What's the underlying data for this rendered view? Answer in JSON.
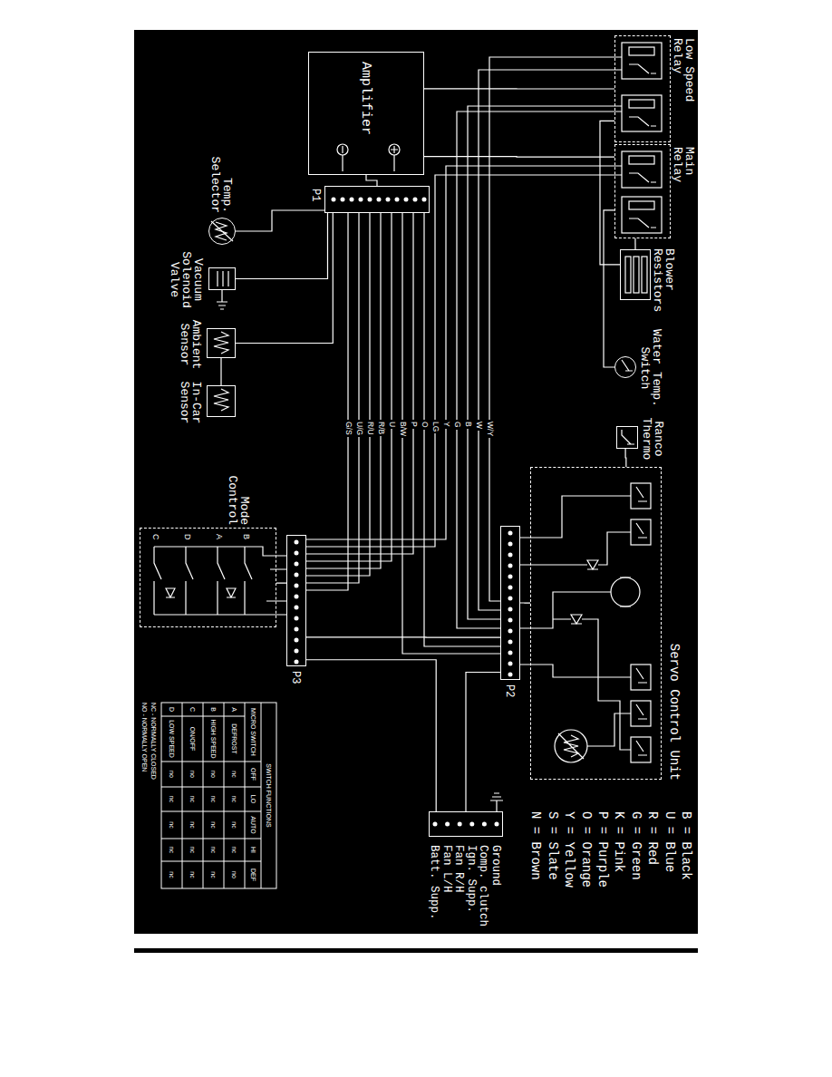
{
  "diagram": {
    "nodes": [
      {
        "text": [
          "Low Speed Relay"
        ]
      },
      {
        "text": [
          "Main Relay"
        ]
      },
      {
        "text": [
          "Amplifier"
        ]
      },
      {
        "text": [
          "P1"
        ]
      },
      {
        "text": [
          "Blower Resistors"
        ]
      },
      {
        "text": [
          "Temp. Selector"
        ]
      },
      {
        "text": [
          "Vacuum Solenoid Valve"
        ]
      },
      {
        "text": [
          "Water Temp. Switch"
        ]
      },
      {
        "text": [
          "Ranco Thermo"
        ]
      },
      {
        "text": [
          "Ambient Sensor"
        ]
      },
      {
        "text": [
          "In-Car Sensor"
        ]
      },
      {
        "text": [
          "Servo Control Unit"
        ]
      },
      {
        "text": [
          "P2"
        ]
      },
      {
        "text": [
          "Mode Control"
        ]
      },
      {
        "text": [
          "P3"
        ]
      },
      {
        "text": [
          "Ground",
          "Comp. clutch",
          "Ign. Supp.",
          "Fan R/H",
          "Fan L/H",
          "Batt. Supp."
        ]
      }
    ],
    "edges": [
      {
        "from": 0,
        "to": 4,
        "arrow": "none"
      },
      {
        "from": 1,
        "to": 4,
        "arrow": "none"
      },
      {
        "from": 2,
        "to": 3,
        "arrow": "none"
      },
      {
        "from": 3,
        "to": 5,
        "arrow": "none"
      },
      {
        "from": 3,
        "to": 6,
        "arrow": "none"
      },
      {
        "from": 3,
        "to": 9,
        "arrow": "none"
      },
      {
        "from": 9,
        "to": 10,
        "arrow": "none"
      },
      {
        "from": 8,
        "to": 11,
        "arrow": "none"
      },
      {
        "from": 7,
        "to": 1,
        "arrow": "none"
      },
      {
        "from": 11,
        "to": 12,
        "arrow": "none"
      },
      {
        "from": 13,
        "to": 14,
        "arrow": "none"
      },
      {
        "from": 14,
        "to": 12,
        "arrow": "none"
      },
      {
        "from": 12,
        "to": 15,
        "arrow": "none"
      },
      {
        "from": 15,
        "to": 14,
        "arrow": "none"
      },
      {
        "from": 2,
        "to": 0,
        "arrow": "none"
      },
      {
        "from": 2,
        "to": 1,
        "arrow": "none"
      }
    ],
    "labels": [
      "SWITCH FUNCTIONS",
      "MICRO SWITCH",
      "OFF",
      "LO",
      "AUTO",
      "HI",
      "DEF",
      "A",
      "DEFROST",
      "nc",
      "nc",
      "nc",
      "nc",
      "no",
      "B",
      "HIGH SPEED",
      "no",
      "nc",
      "nc",
      "nc",
      "nc",
      "C",
      "ON/OFF",
      "no",
      "nc",
      "nc",
      "nc",
      "nc",
      "D",
      "LOW SPEED",
      "no",
      "nc",
      "nc",
      "nc",
      "nc",
      "NC - NORMALLY CLOSED",
      "NO - NORMALLY OPEN",
      "A",
      "B",
      "C",
      "D",
      "W/Y",
      "W",
      "B",
      "G",
      "Y",
      "LG",
      "O",
      "P",
      "B/W",
      "U",
      "R/B",
      "R/U",
      "U/G",
      "G/S"
    ],
    "legend": [
      {
        "text": "B = Black"
      },
      {
        "text": "U = Blue"
      },
      {
        "text": "R = Red"
      },
      {
        "text": "G = Green"
      },
      {
        "text": "K = Pink"
      },
      {
        "text": "P = Purple"
      },
      {
        "text": "O = Orange"
      },
      {
        "text": "Y = Yellow"
      },
      {
        "text": "S = Slate"
      },
      {
        "text": "N = Brown"
      }
    ]
  }
}
